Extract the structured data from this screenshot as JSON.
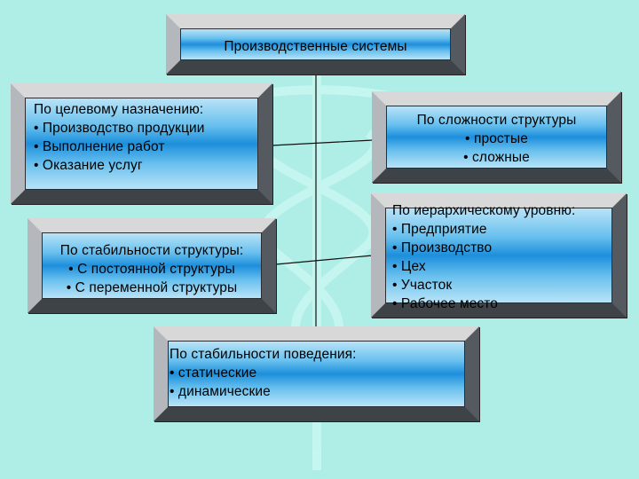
{
  "root": {
    "title": "Производственные системы"
  },
  "purpose": {
    "heading": "По целевому назначению:",
    "items": [
      "• Производство продукции",
      "• Выполнение работ",
      "• Оказание услуг"
    ]
  },
  "complexity": {
    "heading": "По сложности структуры",
    "items": [
      "• простые",
      "• сложные"
    ]
  },
  "structure_stability": {
    "heading": "По стабильности структуры:",
    "items": [
      "• С постоянной структуры",
      "• С переменной структуры"
    ]
  },
  "hierarchy": {
    "heading": "По иерархическому уровню:",
    "items": [
      "• Предприятие",
      "• Производство",
      "• Цех",
      "• Участок",
      "• Рабочее место"
    ]
  },
  "behavior_stability": {
    "heading": "По стабильности поведения:",
    "items": [
      "• статические",
      "• динамические"
    ]
  },
  "colors": {
    "background": "#aeeee6",
    "box_fill_center": "#1d8fdc",
    "box_fill_edge": "#b9e3f7",
    "bevel": "#b0b4b8"
  }
}
